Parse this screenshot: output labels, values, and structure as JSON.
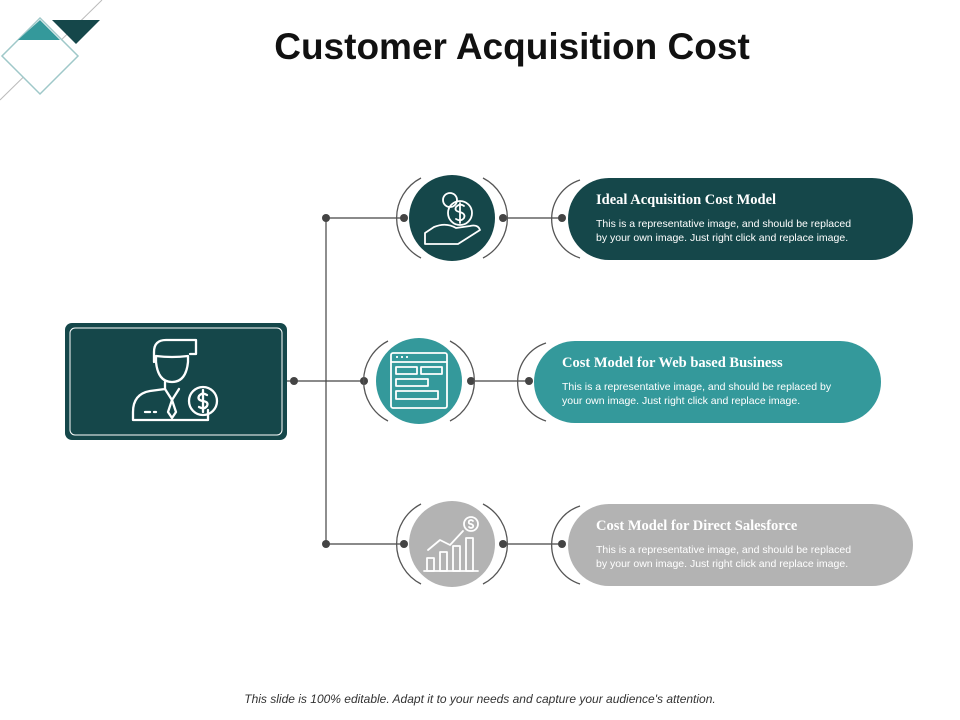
{
  "title": "Customer Acquisition Cost",
  "colors": {
    "dark_teal": "#15474a",
    "teal": "#34999b",
    "gray": "#b3b3b3",
    "line": "#444444"
  },
  "central_node": {
    "icon": "businessman-dollar-icon"
  },
  "branches": [
    {
      "icon": "hand-coins-icon",
      "title": "Ideal Acquisition  Cost Model",
      "desc_line1": "This is a representative image, and should be replaced",
      "desc_line2": "by your own image. Just right click and replace image.",
      "color": "#15474a"
    },
    {
      "icon": "web-page-icon",
      "title": "Cost Model for Web based Business",
      "desc_line1": "This is a representative image, and should be replaced by",
      "desc_line2": "your own image. Just right click and replace image.",
      "color": "#34999b"
    },
    {
      "icon": "growth-chart-icon",
      "title": "Cost Model for Direct Salesforce",
      "desc_line1": "This is a representative image, and should be replaced",
      "desc_line2": "by your own image. Just right click and replace image.",
      "color": "#b3b3b3"
    }
  ],
  "footer": "This slide is 100% editable. Adapt it to your needs and capture your audience's attention."
}
